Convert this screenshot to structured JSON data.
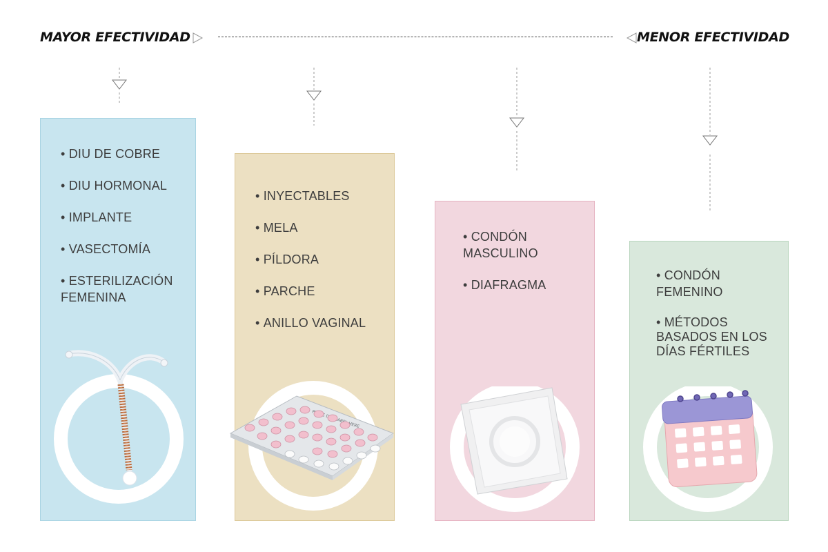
{
  "header": {
    "left_label": "MAYOR EFECTIVIDAD",
    "right_label": "MENOR EFECTIVIDAD"
  },
  "cards": [
    {
      "color": "#c8e5ef",
      "items": [
        "DIU DE COBRE",
        "DIU HORMONAL",
        "IMPLANTE",
        "VASECTOMÍA",
        "ESTERILIZACIÓN FEMENINA"
      ],
      "illustration": "iud-icon"
    },
    {
      "color": "#ece0c2",
      "items": [
        "INYECTABLES",
        "MELA",
        "PÍLDORA",
        "PARCHE",
        "ANILLO VAGINAL"
      ],
      "illustration": "pill-pack-icon"
    },
    {
      "color": "#f2d7df",
      "items": [
        "CONDÓN MASCULINO",
        "DIAFRAGMA"
      ],
      "illustration": "condom-packet-icon"
    },
    {
      "color": "#d9e8dc",
      "items": [
        "CONDÓN FEMENINO",
        "MÉTODOS BASADOS EN LOS DÍAS FÉRTILES"
      ],
      "illustration": "calendar-icon"
    }
  ]
}
